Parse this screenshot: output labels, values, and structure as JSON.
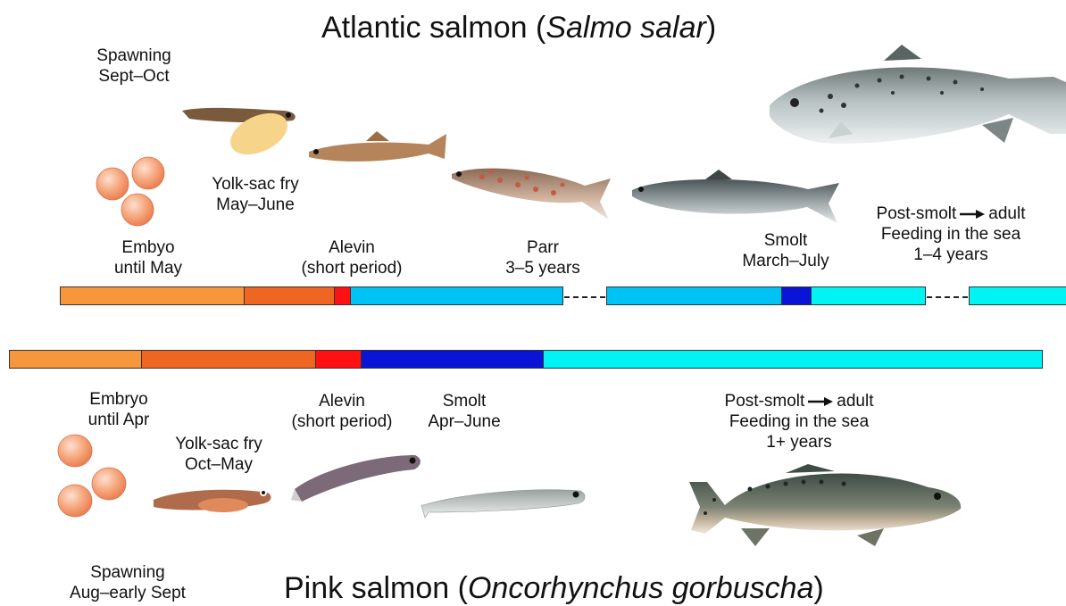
{
  "atlantic": {
    "title_main": "Atlantic salmon (",
    "title_species": "Salmo salar",
    "title_end": ")",
    "spawning": [
      "Spawning",
      "Sept–Oct"
    ],
    "yolk_sac_fry": [
      "Yolk-sac fry",
      "May–June"
    ],
    "embryo": [
      "Embyo",
      "until May"
    ],
    "alevin": [
      "Alevin",
      "(short period)"
    ],
    "parr": [
      "Parr",
      "3–5 years"
    ],
    "smolt": [
      "Smolt",
      "March–July"
    ],
    "post_smolt": {
      "start": "Post-smolt",
      "end": "adult",
      "line2": "Feeding in the sea",
      "line3": "1–4 years"
    }
  },
  "pink": {
    "title_main": "Pink salmon (",
    "title_species": "Oncorhynchus gorbuscha",
    "title_end": ")",
    "embryo": [
      "Embryo",
      "until Apr"
    ],
    "alevin": [
      "Alevin",
      "(short period)"
    ],
    "smolt": [
      "Smolt",
      "Apr–June"
    ],
    "yolk_sac_fry": [
      "Yolk-sac fry",
      "Oct–May"
    ],
    "post_smolt": {
      "start": "Post-smolt",
      "end": "adult",
      "line2": "Feeding in the sea",
      "line3": "1+ years"
    },
    "spawning": [
      "Spawning",
      "Aug–early Sept"
    ]
  },
  "colors": {
    "embryo": "#f7963b",
    "yolk_sac": "#ee6622",
    "alevin": "#ff1111",
    "parr": "#00c3f5",
    "smolt": "#0a14d6",
    "sea": "#00f4f4"
  }
}
